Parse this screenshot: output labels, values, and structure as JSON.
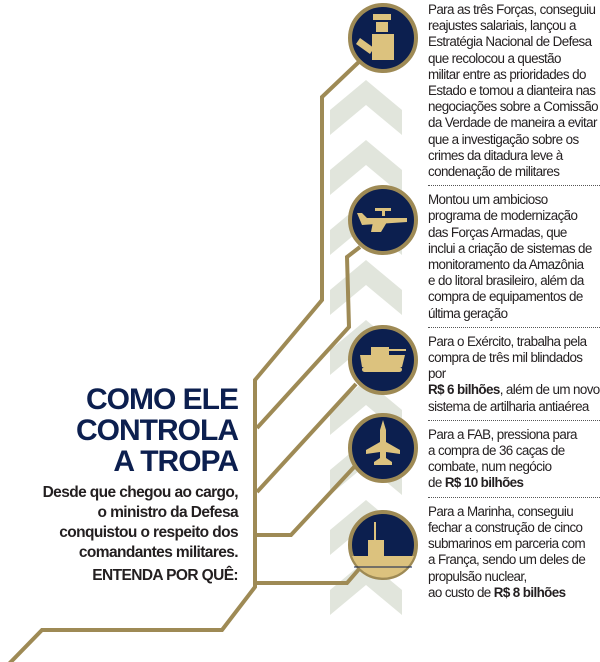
{
  "colors": {
    "navy": "#0c1f4f",
    "gold": "#9e8a55",
    "icon_gold": "#dcc27e",
    "chevron": "#e1e5dc"
  },
  "title": "COMO ELE\nCONTROLA\nA TROPA",
  "subtitle": "Desde que chegou ao cargo,\no ministro da Defesa\nconquistou o respeito dos\ncomandantes militares.",
  "cta": "ENTENDA POR QUÊ:",
  "items": [
    {
      "icon": "officer-icon",
      "before": "Para as três Forças, conseguiu\nreajustes salariais, lançou a\nEstratégia Nacional de Defesa\nque recolocou a questão\nmilitar entre as prioridades do\nEstado e tomou a dianteira nas\nnegociações sobre a Comissão\nda Verdade de maneira a evitar\nque a investigação sobre os\ncrimes da ditadura leve à\ncondenação de militares",
      "bold": "",
      "after": ""
    },
    {
      "icon": "surveillance-plane-icon",
      "before": "Montou um ambicioso\nprograma de modernização\ndas Forças Armadas, que\ninclui a criação de sistemas de\nmonitoramento da Amazônia\ne do litoral brasileiro, além da\ncompra de equipamentos de\núltima geração",
      "bold": "",
      "after": ""
    },
    {
      "icon": "tank-icon",
      "before": "Para o Exército, trabalha pela\ncompra de três mil blindados por\n",
      "bold": "R$ 6 bilhões",
      "after": ", além de um novo\nsistema de artilharia antiaérea"
    },
    {
      "icon": "fighter-jet-icon",
      "before": "Para a FAB, pressiona para\na compra de 36 caças de\ncombate, num negócio\nde ",
      "bold": "R$ 10 bilhões",
      "after": ""
    },
    {
      "icon": "submarine-icon",
      "before": "Para a Marinha, conseguiu\nfechar a construção de cinco\nsubmarinos em parceria com\na França, sendo um deles de\npropulsão nuclear,\nao custo de ",
      "bold": "R$ 8 bilhões",
      "after": ""
    }
  ]
}
